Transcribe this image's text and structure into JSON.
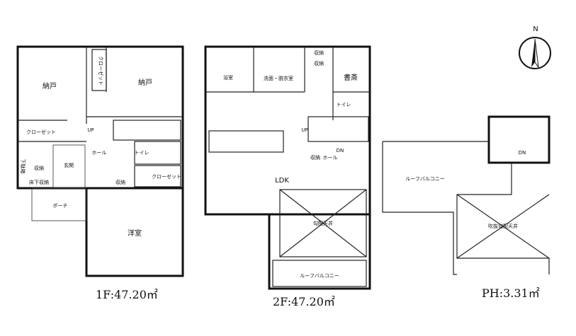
{
  "floor1": {
    "area": "1F:47.20㎡",
    "rooms": {
      "storage_left": "納戸",
      "storage_right": "納戸",
      "closet_vertical": "クローゼット",
      "closet": "クローゼット",
      "hall": "ホール",
      "up": "UP",
      "toilet": "トイレ",
      "entrance": "玄関",
      "shoe_storage": "収納",
      "shoe_box": "下駄箱",
      "porch": "ポーチ",
      "underfloor": "床下収納",
      "closet2": "クローゼット",
      "storage": "収納",
      "western": "洋室"
    }
  },
  "floor2": {
    "area": "2F:47.20㎡",
    "rooms": {
      "bath": "浴室",
      "washroom": "洗面・脱衣室",
      "storage_top": "収納",
      "storage": "収納",
      "study": "書斎",
      "toilet": "トイレ",
      "up": "UP",
      "dn": "DN",
      "hall": "ホール",
      "storage_small": "収納",
      "ldk": "LDK",
      "sloped": "勾配天井",
      "balcony": "ルーフバルコニー"
    }
  },
  "penthouse": {
    "area": "PH:3.31㎡",
    "rooms": {
      "dn": "DN",
      "balcony": "ルーフバルコニー",
      "sloped": "吹抜勾配天井"
    }
  },
  "compass": {
    "label": "N"
  }
}
